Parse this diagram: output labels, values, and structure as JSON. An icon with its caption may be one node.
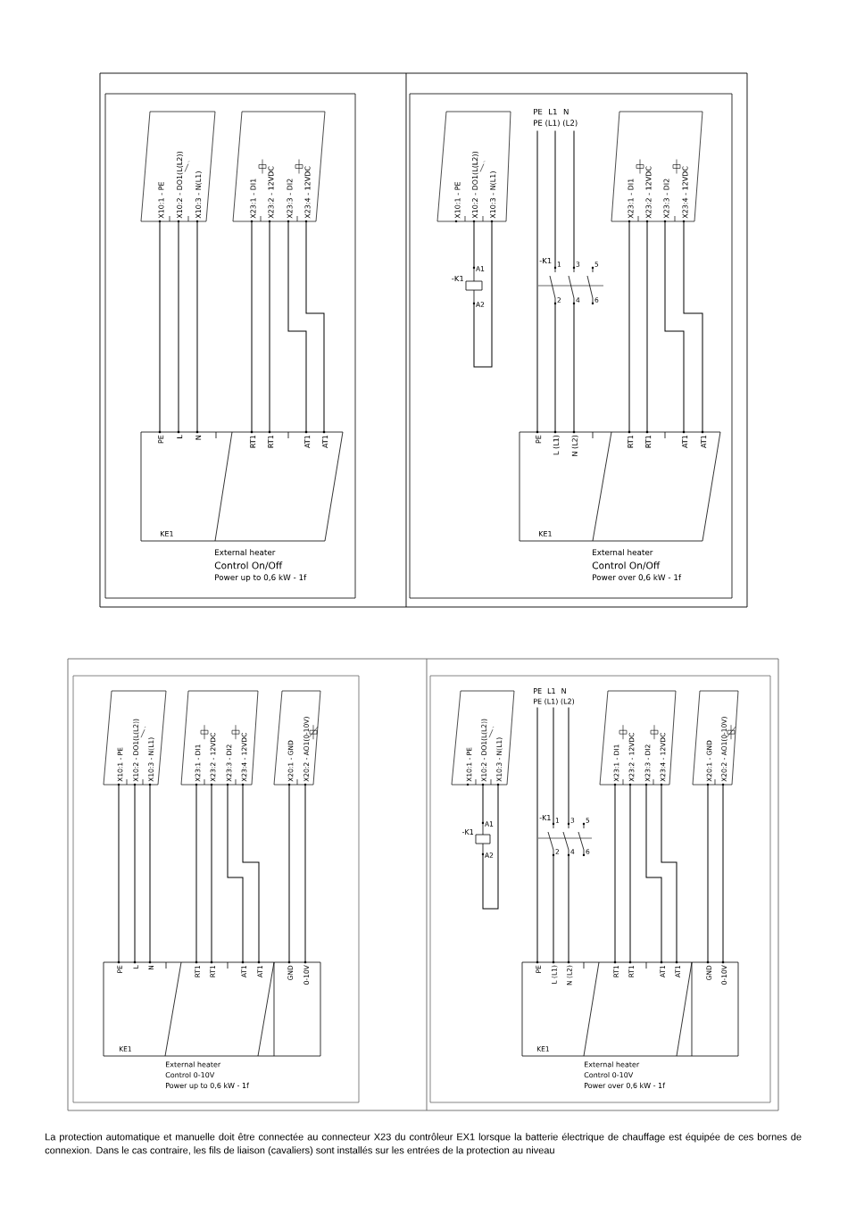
{
  "diagram": {
    "nodes": [
      {
        "text": [
          "X10:1 - PE",
          "X10:2 - DO1(L(L2))",
          "X10:3 - N(L1)"
        ]
      },
      {
        "text": [
          "X23:1 - DI1",
          "X23:2 - 12VDC",
          "X23:3 - DI2",
          "X23:4 - 12VDC"
        ]
      },
      {
        "text": [
          "PE",
          "L",
          "N",
          "RT1",
          "RT1",
          "AT1",
          "AT1",
          "KE1"
        ],
        "beside": [
          "External heater",
          "Control On/Off",
          "Power up to 0,6 kW - 1f"
        ]
      },
      {
        "text": [
          "X10:1 - PE",
          "X10:2 - DO1(L(L2))",
          "X10:3 - N(L1)"
        ]
      },
      {
        "text": [
          "PE L1 N",
          "PE (L1) (L2)"
        ]
      },
      {
        "text": [
          "-K1",
          "A1",
          "A2"
        ]
      },
      {
        "text": [
          "-K1",
          "1",
          "3",
          "5",
          "2",
          "4",
          "6"
        ]
      },
      {
        "text": [
          "X23:1 - DI1",
          "X23:2 - 12VDC",
          "X23:3 - DI2",
          "X23:4 - 12VDC"
        ]
      },
      {
        "text": [
          "PE",
          "L (L1)",
          "N (L2)",
          "RT1",
          "RT1",
          "AT1",
          "AT1",
          "KE1"
        ],
        "beside": [
          "External heater",
          "Control On/Off",
          "Power over 0,6 kW - 1f"
        ]
      },
      {
        "text": [
          "X10:1 - PE",
          "X10:2 - DO1(L(L2))",
          "X10:3 - N(L1)"
        ]
      },
      {
        "text": [
          "X23:1 - DI1",
          "X23:2 - 12VDC",
          "X23:3 - DI2",
          "X23:4 - 12VDC"
        ]
      },
      {
        "text": [
          "X20:1 - GND",
          "X20:2 - AO1(0-10V)"
        ]
      },
      {
        "text": [
          "PE",
          "L",
          "N",
          "RT1",
          "RT1",
          "AT1",
          "AT1",
          "GND",
          "0-10V",
          "KE1"
        ],
        "beside": [
          "External heater",
          "Control 0-10V",
          "Power up to 0,6 kW - 1f"
        ]
      },
      {
        "text": [
          "X10:1 - PE",
          "X10:2 - DO1(L(L2))",
          "X10:3 - N(L1)"
        ]
      },
      {
        "text": [
          "PE L1 N",
          "PE (L1) (L2)"
        ]
      },
      {
        "text": [
          "-K1",
          "A1",
          "A2"
        ]
      },
      {
        "text": [
          "-K1",
          "1",
          "3",
          "5",
          "2",
          "4",
          "6"
        ]
      },
      {
        "text": [
          "X23:1 - DI1",
          "X23:2 - 12VDC",
          "X23:3 - DI2",
          "X23:4 - 12VDC"
        ]
      },
      {
        "text": [
          "X20:1 - GND",
          "X20:2 - AO1(0-10V)"
        ]
      },
      {
        "text": [
          "PE",
          "L (L1)",
          "N (L2)",
          "RT1",
          "RT1",
          "AT1",
          "AT1",
          "GND",
          "0-10V",
          "KE1"
        ],
        "beside": [
          "External heater",
          "Control 0-10V",
          "Power over 0,6 kW - 1f"
        ]
      }
    ],
    "edges": [
      {
        "from": 0,
        "to": 2,
        "arrow": "none"
      },
      {
        "from": 0,
        "to": 2,
        "arrow": "none"
      },
      {
        "from": 0,
        "to": 2,
        "arrow": "none"
      },
      {
        "from": 1,
        "to": 2,
        "arrow": "none"
      },
      {
        "from": 1,
        "to": 2,
        "arrow": "none"
      },
      {
        "from": 1,
        "to": 2,
        "arrow": "none"
      },
      {
        "from": 1,
        "to": 2,
        "arrow": "none"
      },
      {
        "from": 3,
        "to": 5,
        "arrow": "none"
      },
      {
        "from": 5,
        "to": 3,
        "arrow": "none"
      },
      {
        "from": 4,
        "to": 8,
        "arrow": "none"
      },
      {
        "from": 4,
        "to": 6,
        "arrow": "none"
      },
      {
        "from": 4,
        "to": 6,
        "arrow": "none"
      },
      {
        "from": 6,
        "to": 8,
        "arrow": "none"
      },
      {
        "from": 6,
        "to": 8,
        "arrow": "none"
      },
      {
        "from": 7,
        "to": 8,
        "arrow": "none"
      },
      {
        "from": 7,
        "to": 8,
        "arrow": "none"
      },
      {
        "from": 7,
        "to": 8,
        "arrow": "none"
      },
      {
        "from": 7,
        "to": 8,
        "arrow": "none"
      },
      {
        "from": 9,
        "to": 12,
        "arrow": "none"
      },
      {
        "from": 9,
        "to": 12,
        "arrow": "none"
      },
      {
        "from": 9,
        "to": 12,
        "arrow": "none"
      },
      {
        "from": 10,
        "to": 12,
        "arrow": "none"
      },
      {
        "from": 10,
        "to": 12,
        "arrow": "none"
      },
      {
        "from": 10,
        "to": 12,
        "arrow": "none"
      },
      {
        "from": 10,
        "to": 12,
        "arrow": "none"
      },
      {
        "from": 11,
        "to": 12,
        "arrow": "none"
      },
      {
        "from": 11,
        "to": 12,
        "arrow": "none"
      },
      {
        "from": 13,
        "to": 15,
        "arrow": "none"
      },
      {
        "from": 15,
        "to": 13,
        "arrow": "none"
      },
      {
        "from": 14,
        "to": 19,
        "arrow": "none"
      },
      {
        "from": 14,
        "to": 16,
        "arrow": "none"
      },
      {
        "from": 14,
        "to": 16,
        "arrow": "none"
      },
      {
        "from": 16,
        "to": 19,
        "arrow": "none"
      },
      {
        "from": 16,
        "to": 19,
        "arrow": "none"
      },
      {
        "from": 17,
        "to": 19,
        "arrow": "none"
      },
      {
        "from": 17,
        "to": 19,
        "arrow": "none"
      },
      {
        "from": 17,
        "to": 19,
        "arrow": "none"
      },
      {
        "from": 17,
        "to": 19,
        "arrow": "none"
      },
      {
        "from": 18,
        "to": 19,
        "arrow": "none"
      },
      {
        "from": 18,
        "to": 19,
        "arrow": "none"
      }
    ],
    "labels": [
      "La protection automatique et manuelle doit être connectée au connecteur X23 du contrôleur EX1 lorsque la batterie électrique de chauffage est équipée de ces bornes de connexion. Dans le cas contraire, les fils de liaison (cavaliers) sont installés sur les entrées de la protection au niveau"
    ]
  }
}
